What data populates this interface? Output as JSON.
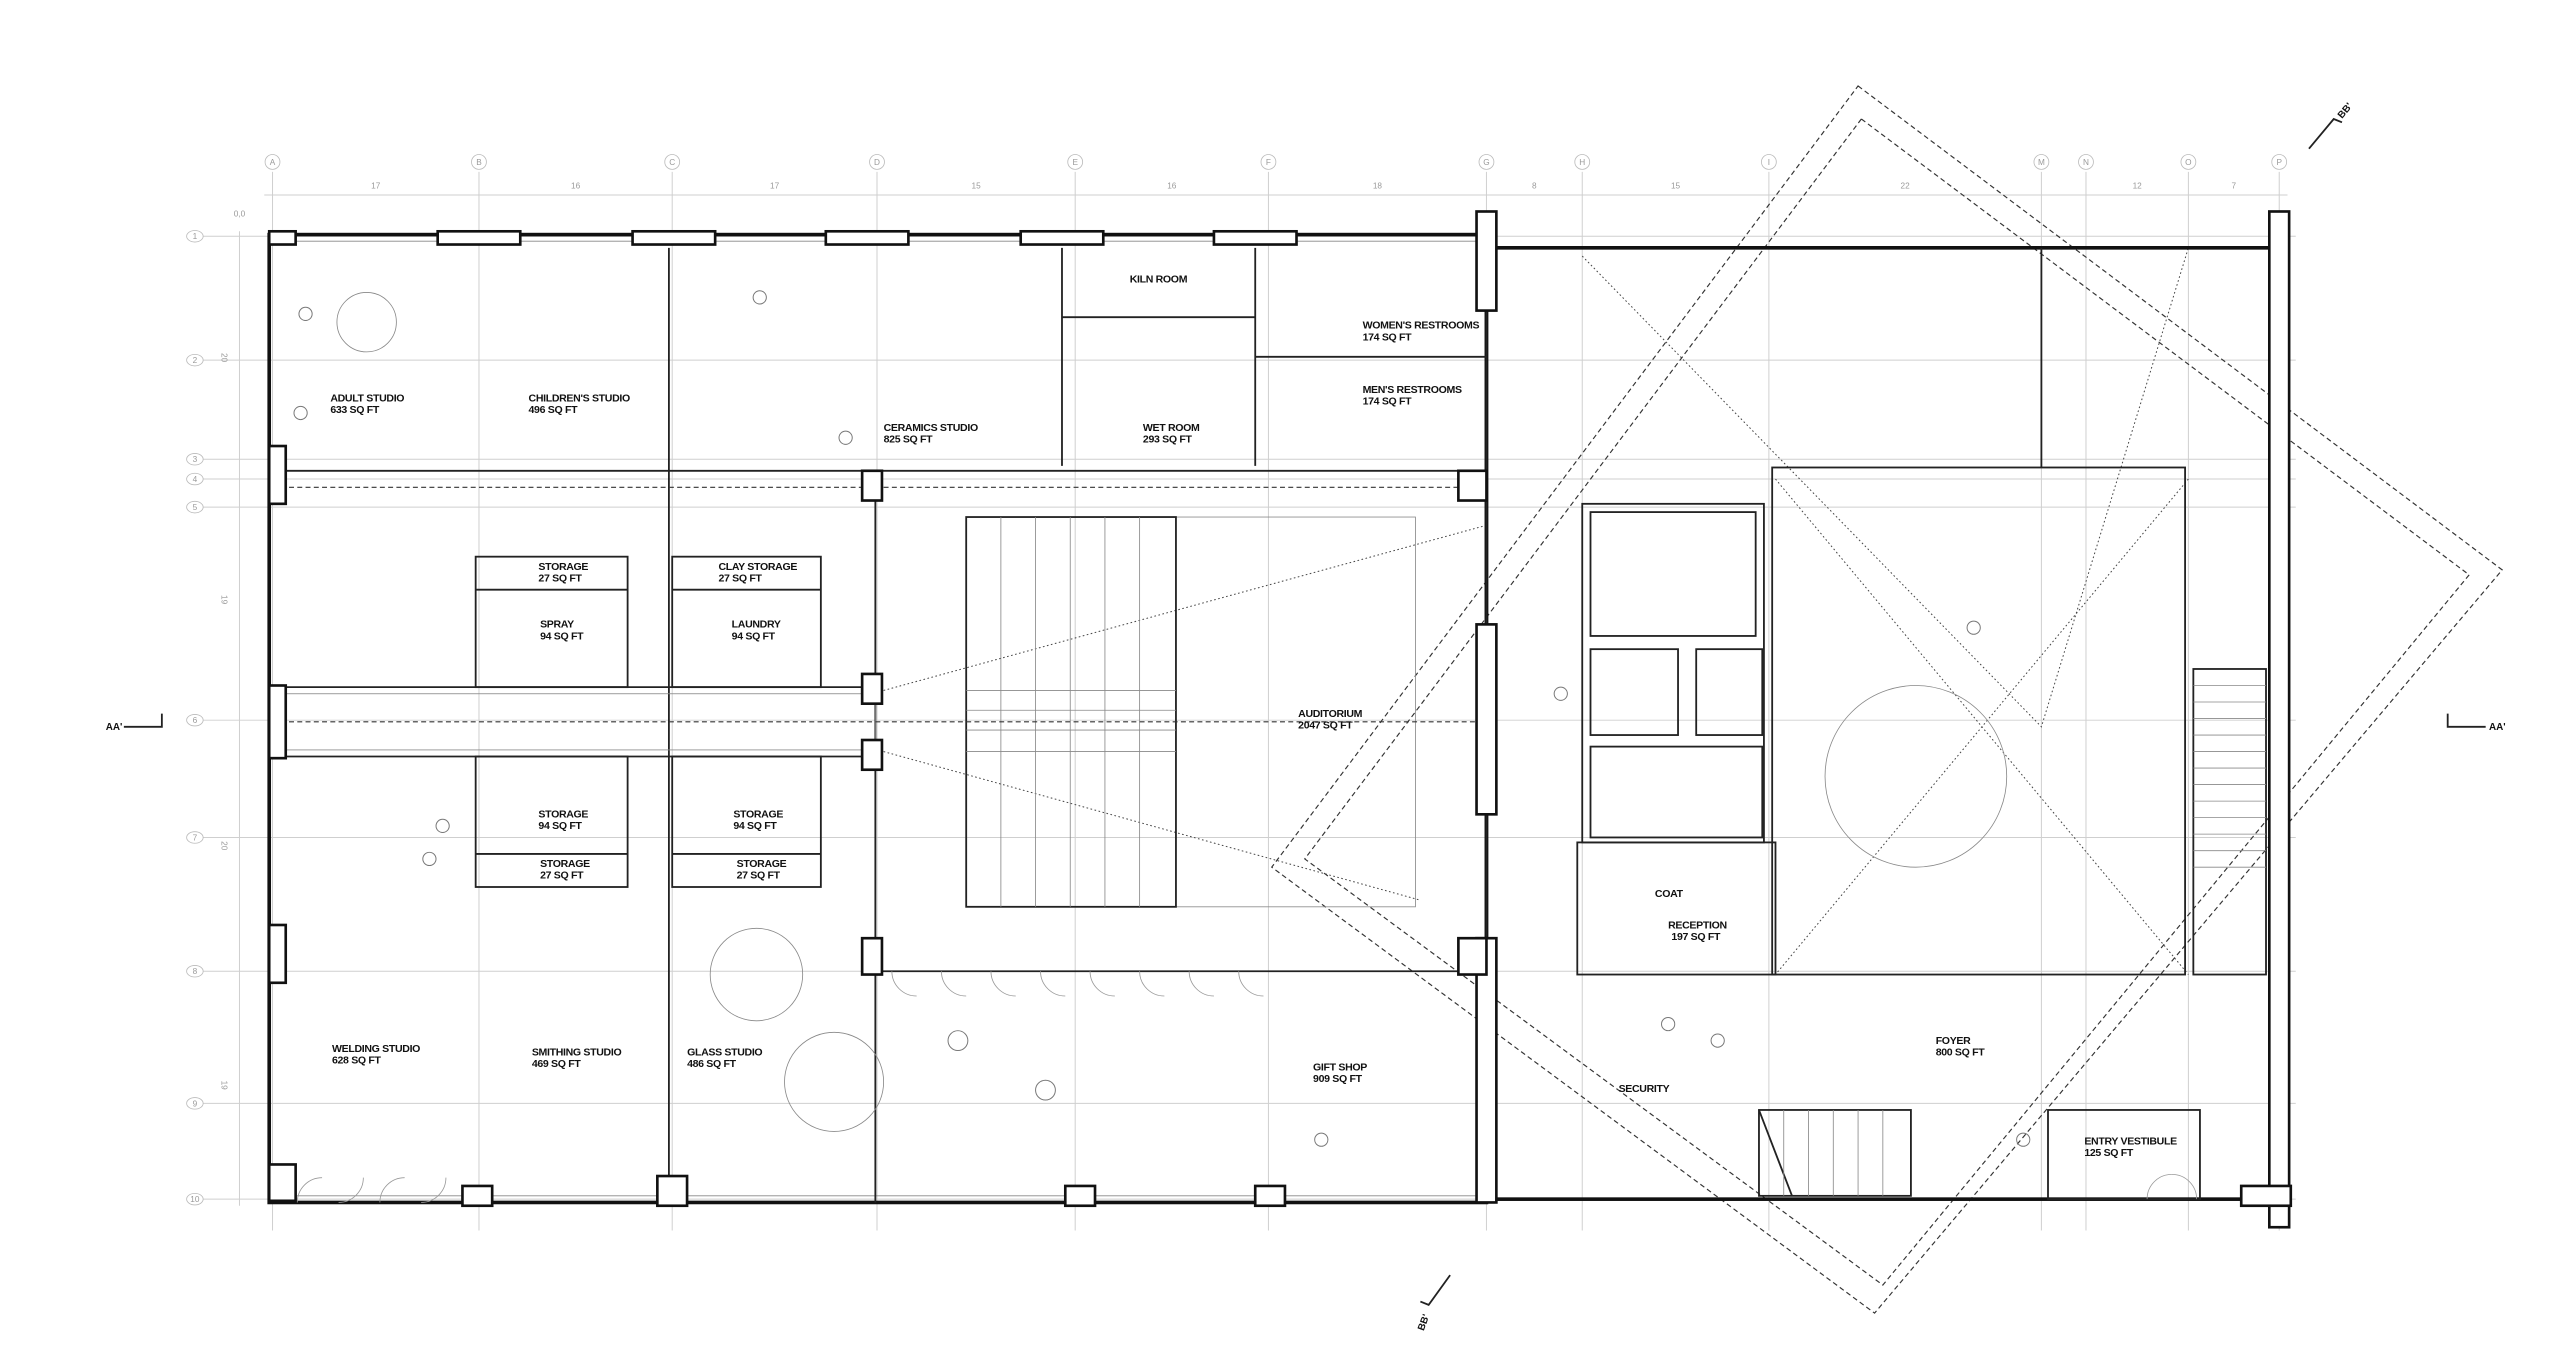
{
  "grid": {
    "columns": [
      "A",
      "B",
      "C",
      "D",
      "E",
      "F",
      "G",
      "H",
      "I",
      "M",
      "N",
      "O",
      "P"
    ],
    "column_dims": [
      "17",
      "16",
      "17",
      "15",
      "16",
      "18",
      "8",
      "15",
      "22",
      "",
      "12",
      "7"
    ],
    "rows": [
      "1",
      "2",
      "3",
      "4",
      "5",
      "6",
      "7",
      "8",
      "9",
      "10"
    ],
    "row_dims": [
      "20",
      "19",
      "20",
      "19"
    ],
    "origin": "0,0"
  },
  "sections": {
    "aa_left": "AA'",
    "aa_right": "AA'",
    "bb_top": "BB'",
    "bb_bottom": "BB'"
  },
  "rooms": {
    "adult_studio": {
      "name": "ADULT STUDIO",
      "area": "633 SQ FT"
    },
    "childrens_studio": {
      "name": "CHILDREN'S STUDIO",
      "area": "496 SQ FT"
    },
    "ceramics_studio": {
      "name": "CERAMICS STUDIO",
      "area": "825 SQ FT"
    },
    "kiln_room": {
      "name": "KILN ROOM"
    },
    "wet_room": {
      "name": "WET ROOM",
      "area": "293 SQ FT"
    },
    "womens_restrooms": {
      "name": "WOMEN'S RESTROOMS",
      "area": "174 SQ FT"
    },
    "mens_restrooms": {
      "name": "MEN'S RESTROOMS",
      "area": "174 SQ FT"
    },
    "storage_a": {
      "name": "STORAGE",
      "area": "27 SQ FT"
    },
    "spray": {
      "name": "SPRAY",
      "area": "94 SQ FT"
    },
    "clay_storage": {
      "name": "CLAY STORAGE",
      "area": "27 SQ FT"
    },
    "laundry": {
      "name": "LAUNDRY",
      "area": "94 SQ FT"
    },
    "auditorium": {
      "name": "AUDITORIUM",
      "area": "2047 SQ FT"
    },
    "storage_b": {
      "name": "STORAGE",
      "area": "94 SQ FT"
    },
    "storage_c": {
      "name": "STORAGE",
      "area": "27 SQ FT"
    },
    "storage_d": {
      "name": "STORAGE",
      "area": "94 SQ FT"
    },
    "storage_e": {
      "name": "STORAGE",
      "area": "27 SQ FT"
    },
    "welding_studio": {
      "name": "WELDING STUDIO",
      "area": "628 SQ FT"
    },
    "smithing_studio": {
      "name": "SMITHING STUDIO",
      "area": "469 SQ FT"
    },
    "glass_studio": {
      "name": "GLASS STUDIO",
      "area": "486 SQ FT"
    },
    "gift_shop": {
      "name": "GIFT SHOP",
      "area": "909 SQ FT"
    },
    "coat": {
      "name": "COAT"
    },
    "reception": {
      "name": "RECEPTION",
      "area": "197 SQ FT"
    },
    "security": {
      "name": "SECURITY"
    },
    "foyer": {
      "name": "FOYER",
      "area": "800 SQ FT"
    },
    "entry_vestibule": {
      "name": "ENTRY VESTIBULE",
      "area": "125 SQ FT"
    }
  }
}
